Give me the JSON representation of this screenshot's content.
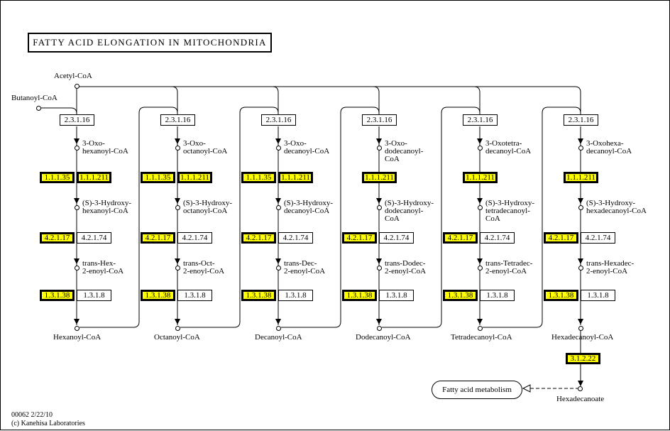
{
  "diagram": {
    "title": "FATTY ACID ELONGATION IN MITOCHONDRIA",
    "footer": {
      "map_id": "00062 2/22/10",
      "copyright": "(c) Kanehisa Laboratories"
    },
    "sources": {
      "acetyl": "Acetyl-CoA",
      "butanoyl": "Butanoyl-CoA"
    },
    "colors": {
      "highlight": "#ffff00",
      "line": "#000000"
    },
    "columns": [
      {
        "thiolase": "2.3.1.16",
        "oxo": [
          "3-Oxo-",
          "hexanoyl-CoA"
        ],
        "reductase": [
          "1.1.1.35",
          "1.1.1.211"
        ],
        "hydroxy": [
          "(S)-3-Hydroxy-",
          "hexanoyl-CoA"
        ],
        "hydratase": [
          "4.2.1.17",
          "4.2.1.74"
        ],
        "enoyl": [
          "trans-Hex-",
          "2-enoyl-CoA"
        ],
        "enoyl_reductase": [
          "1.3.1.38",
          "1.3.1.8"
        ],
        "product": "Hexanoyl-CoA"
      },
      {
        "thiolase": "2.3.1.16",
        "oxo": [
          "3-Oxo-",
          "octanoyl-CoA"
        ],
        "reductase": [
          "1.1.1.35",
          "1.1.1.211"
        ],
        "hydroxy": [
          "(S)-3-Hydroxy-",
          "octanoyl-CoA"
        ],
        "hydratase": [
          "4.2.1.17",
          "4.2.1.74"
        ],
        "enoyl": [
          "trans-Oct-",
          "2-enoyl-CoA"
        ],
        "enoyl_reductase": [
          "1.3.1.38",
          "1.3.1.8"
        ],
        "product": "Octanoyl-CoA"
      },
      {
        "thiolase": "2.3.1.16",
        "oxo": [
          "3-Oxo-",
          "decanoyl-CoA"
        ],
        "reductase": [
          "1.1.1.35",
          "1.1.1.211"
        ],
        "hydroxy": [
          "(S)-3-Hydroxy-",
          "decanoyl-CoA"
        ],
        "hydratase": [
          "4.2.1.17",
          "4.2.1.74"
        ],
        "enoyl": [
          "trans-Dec-",
          "2-enoyl-CoA"
        ],
        "enoyl_reductase": [
          "1.3.1.38",
          "1.3.1.8"
        ],
        "product": "Decanoyl-CoA"
      },
      {
        "thiolase": "2.3.1.16",
        "oxo": [
          "3-Oxo-",
          "dodecanoyl-",
          "CoA"
        ],
        "reductase": [
          "1.1.1.211"
        ],
        "hydroxy": [
          "(S)-3-Hydroxy-",
          "dodecanoyl-",
          "CoA"
        ],
        "hydratase": [
          "4.2.1.17",
          "4.2.1.74"
        ],
        "enoyl": [
          "trans-Dodec-",
          "2-enoyl-CoA"
        ],
        "enoyl_reductase": [
          "1.3.1.38",
          "1.3.1.8"
        ],
        "product": "Dodecanoyl-CoA"
      },
      {
        "thiolase": "2.3.1.16",
        "oxo": [
          "3-Oxotetra-",
          "decanoyl-CoA"
        ],
        "reductase": [
          "1.1.1.211"
        ],
        "hydroxy": [
          "(S)-3-Hydroxy-",
          "tetradecanoyl-",
          "CoA"
        ],
        "hydratase": [
          "4.2.1.17",
          "4.2.1.74"
        ],
        "enoyl": [
          "trans-Tetradec-",
          "2-enoyl-CoA"
        ],
        "enoyl_reductase": [
          "1.3.1.38",
          "1.3.1.8"
        ],
        "product": "Tetradecanoyl-CoA"
      },
      {
        "thiolase": "2.3.1.16",
        "oxo": [
          "3-Oxohexa-",
          "decanoyl-CoA"
        ],
        "reductase": [
          "1.1.1.211"
        ],
        "hydroxy": [
          "(S)-3-Hydroxy-",
          "hexadecanoyl-CoA"
        ],
        "hydratase": [
          "4.2.1.17",
          "4.2.1.74"
        ],
        "enoyl": [
          "trans-Hexadec-",
          "2-enoyl-CoA"
        ],
        "enoyl_reductase": [
          "1.3.1.38",
          "1.3.1.8"
        ],
        "product": "Hexadecanoyl-CoA",
        "thioesterase": "3.1.2.22",
        "final": "Hexadecanoate"
      }
    ],
    "highlighted_enzymes": [
      "1.1.1.35",
      "1.1.1.211",
      "4.2.1.17",
      "1.3.1.38",
      "3.1.2.22"
    ],
    "map_link": "Fatty acid metabolism"
  }
}
